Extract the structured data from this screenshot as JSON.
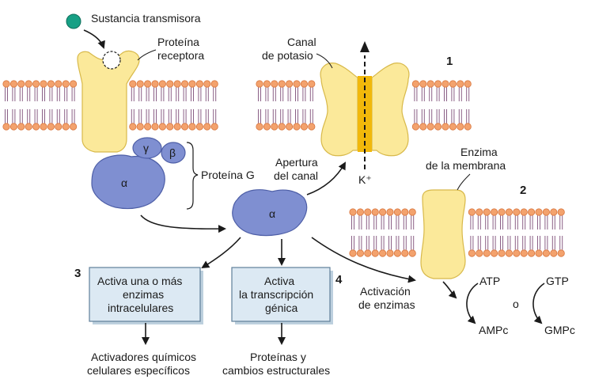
{
  "labels": {
    "transmitter": "Sustancia transmisora",
    "receptor_line1": "Proteína",
    "receptor_line2": "receptora",
    "potassium_channel_line1": "Canal",
    "potassium_channel_line2": "de potasio",
    "k_ion": "K⁺",
    "channel_opening_line1": "Apertura",
    "channel_opening_line2": "del canal",
    "g_protein": "Proteína G",
    "gamma": "γ",
    "beta": "β",
    "alpha": "α",
    "alpha_free": "α",
    "membrane_enzyme_line1": "Enzima",
    "membrane_enzyme_line2": "de la membrana",
    "enzyme_activation_line1": "Activación",
    "enzyme_activation_line2": "de enzimas",
    "atp": "ATP",
    "gtp": "GTP",
    "or": "o",
    "campc": "AMPc",
    "cgmpc": "GMPc",
    "box3_line1": "Activa una o más",
    "box3_line2": "enzimas",
    "box3_line3": "intracelulares",
    "box4_line1": "Activa",
    "box4_line2": "la transcripción",
    "box4_line3": "génica",
    "out3_line1": "Activadores químicos",
    "out3_line2": "celulares específicos",
    "out4_line1": "Proteínas y",
    "out4_line2": "cambios estructurales"
  },
  "step_numbers": {
    "one": "1",
    "two": "2",
    "three": "3",
    "four": "4"
  },
  "colors": {
    "lipid_head": "#f3a26d",
    "lipid_head_edge": "#d9773f",
    "lipid_tail": "#8a5f86",
    "protein_yellow": "#fbe99a",
    "protein_yellow_edge": "#d8b94a",
    "gprotein_blue": "#7f8fd1",
    "gprotein_blue_edge": "#4e5fa7",
    "transmitter_teal": "#17a085",
    "box_fill": "#dce9f3",
    "box_edge": "#5f7f99",
    "channel_pore": "#f1b80b"
  }
}
